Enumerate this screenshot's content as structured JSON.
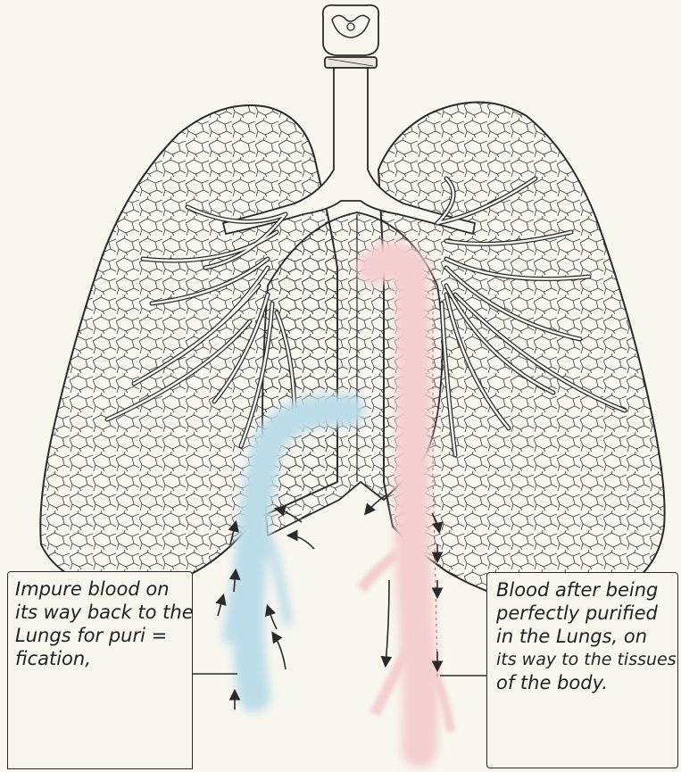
{
  "labels": {
    "impure": {
      "lines": [
        "Impure blood on",
        "its way back to the",
        "Lungs for puri =",
        "fication,"
      ]
    },
    "pure": {
      "lines": [
        "Blood after being",
        "perfectly purified",
        "in the Lungs, on",
        "its way to the tissues",
        "of the body."
      ]
    }
  },
  "colors": {
    "ink": "#2a2a2a",
    "impure_blood": "#bcdde8",
    "pure_blood": "#f4cfcf",
    "artery_line": "#d9534f",
    "paper": "#f7f6ef"
  }
}
